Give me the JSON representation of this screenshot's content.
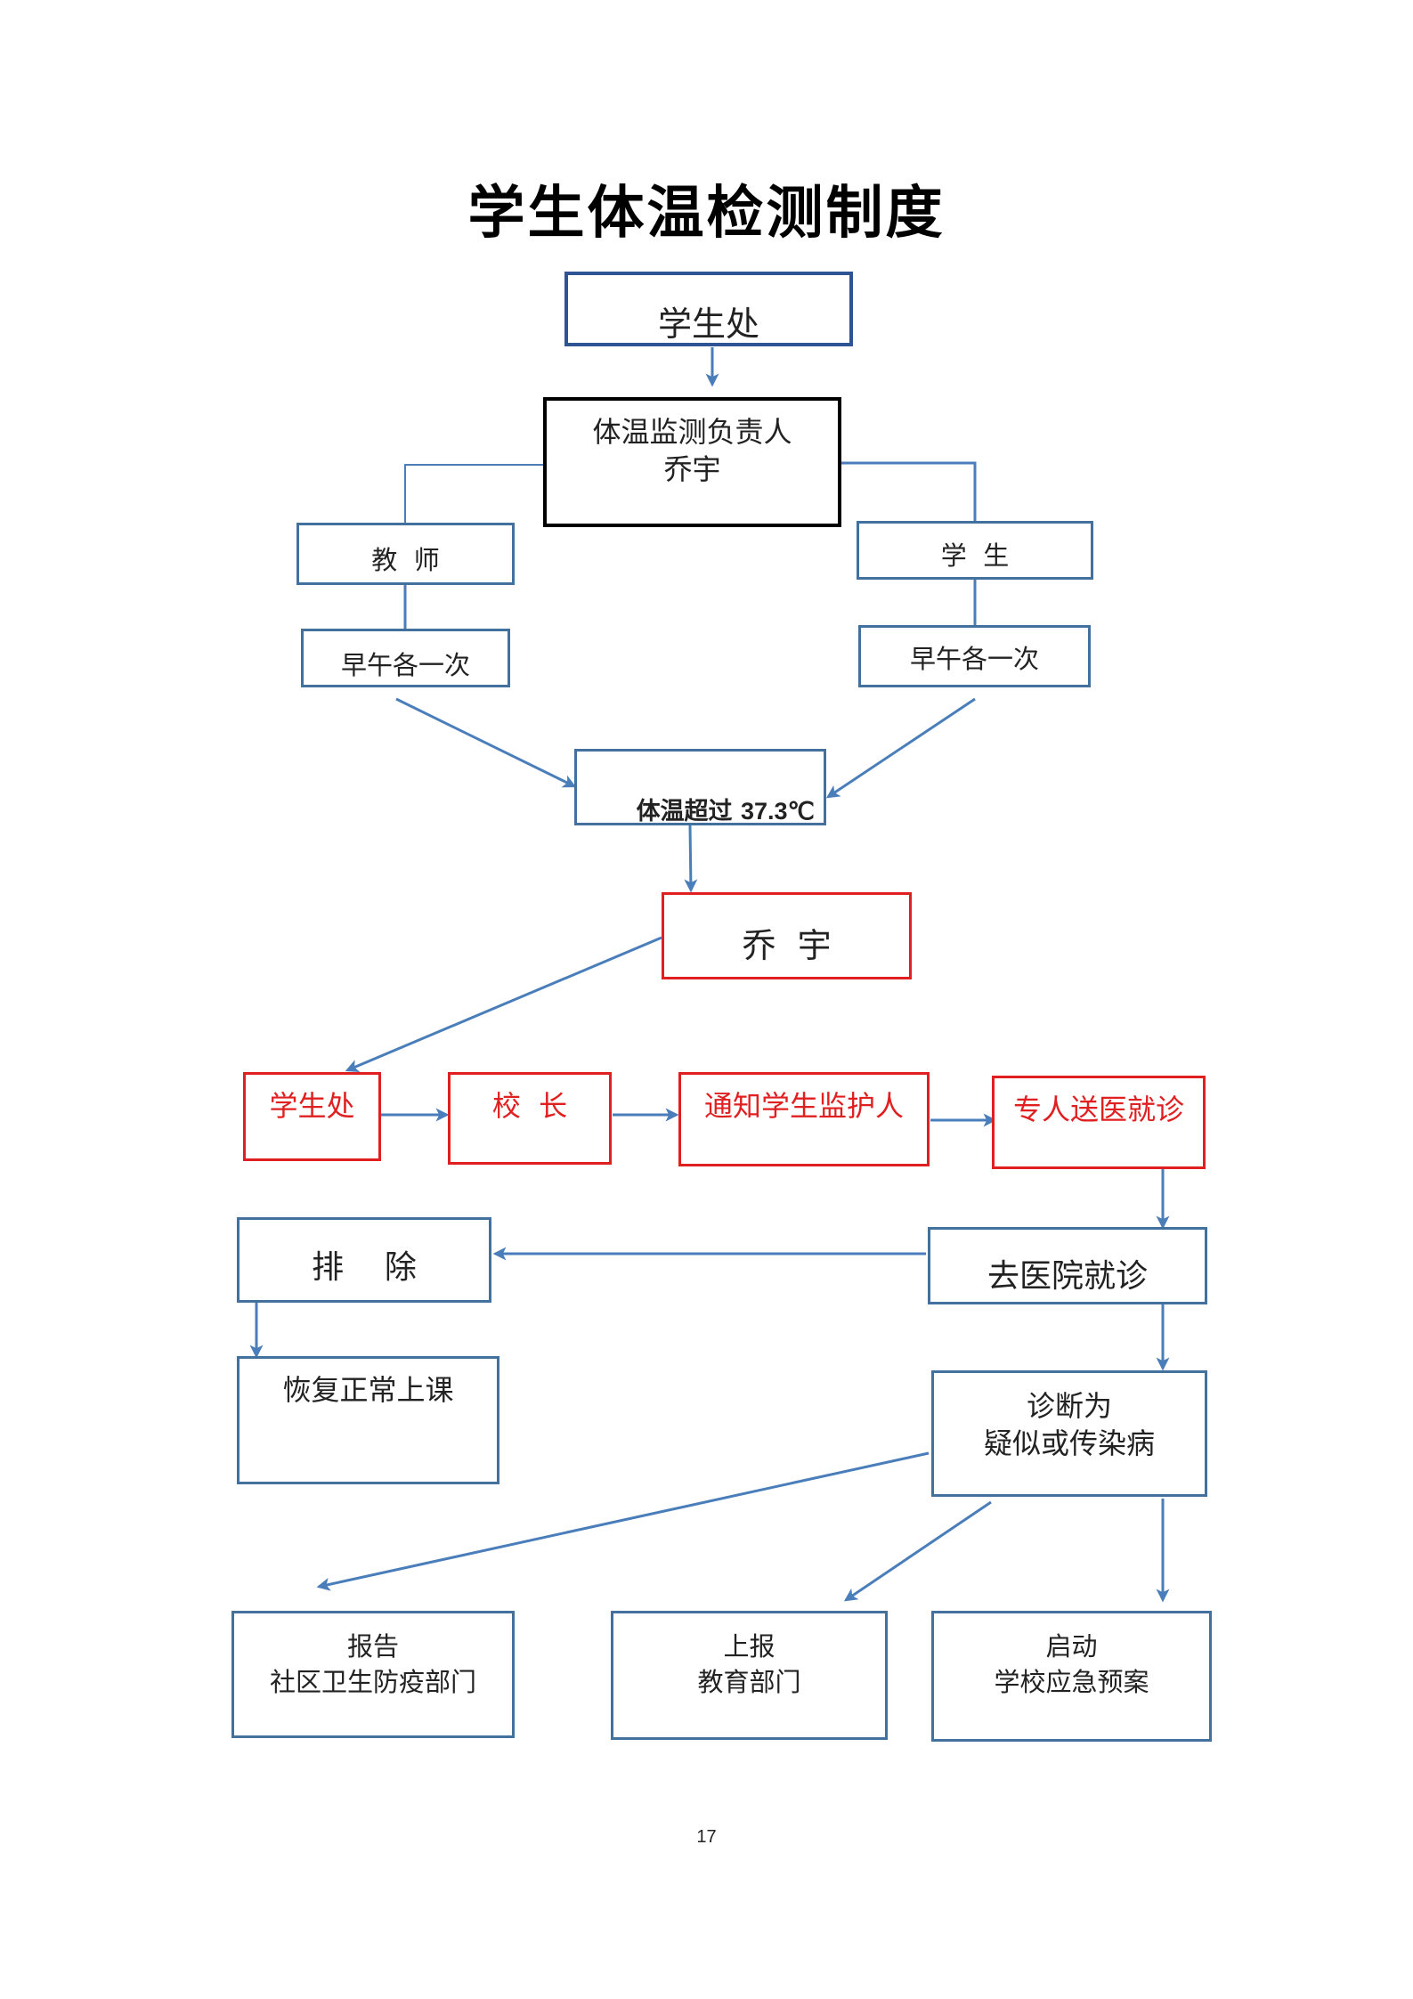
{
  "title": "学生体温检测制度",
  "page_number": "17",
  "colors": {
    "blue_line": "#4a7ebb",
    "box_border": "#41719c",
    "red": "#e02020",
    "black": "#000000"
  },
  "nodes": {
    "office_top": "学生处",
    "monitor_line1": "体温监测负责人",
    "monitor_line2": "乔宇",
    "teacher": "教  师",
    "teacher_freq": "早午各一次",
    "student": "学  生",
    "student_freq": "早午各一次",
    "temp_over_prefix": "体温超过 ",
    "temp_over_value": "37.3℃",
    "qiaoyu": "乔  宇",
    "office_red": "学生处",
    "principal": "校  长",
    "notify_guardian": "通知学生监护人",
    "escort_hospital": "专人送医就诊",
    "exclude": "排    除",
    "hospital": "去医院就诊",
    "resume": "恢复正常上课",
    "diagnosis_line1": "诊断为",
    "diagnosis_line2": "疑似或传染病",
    "report_line1": "报告",
    "report_line2": "社区卫生防疫部门",
    "edu_line1": "上报",
    "edu_line2": "教育部门",
    "plan_line1": "启动",
    "plan_line2": "学校应急预案"
  }
}
